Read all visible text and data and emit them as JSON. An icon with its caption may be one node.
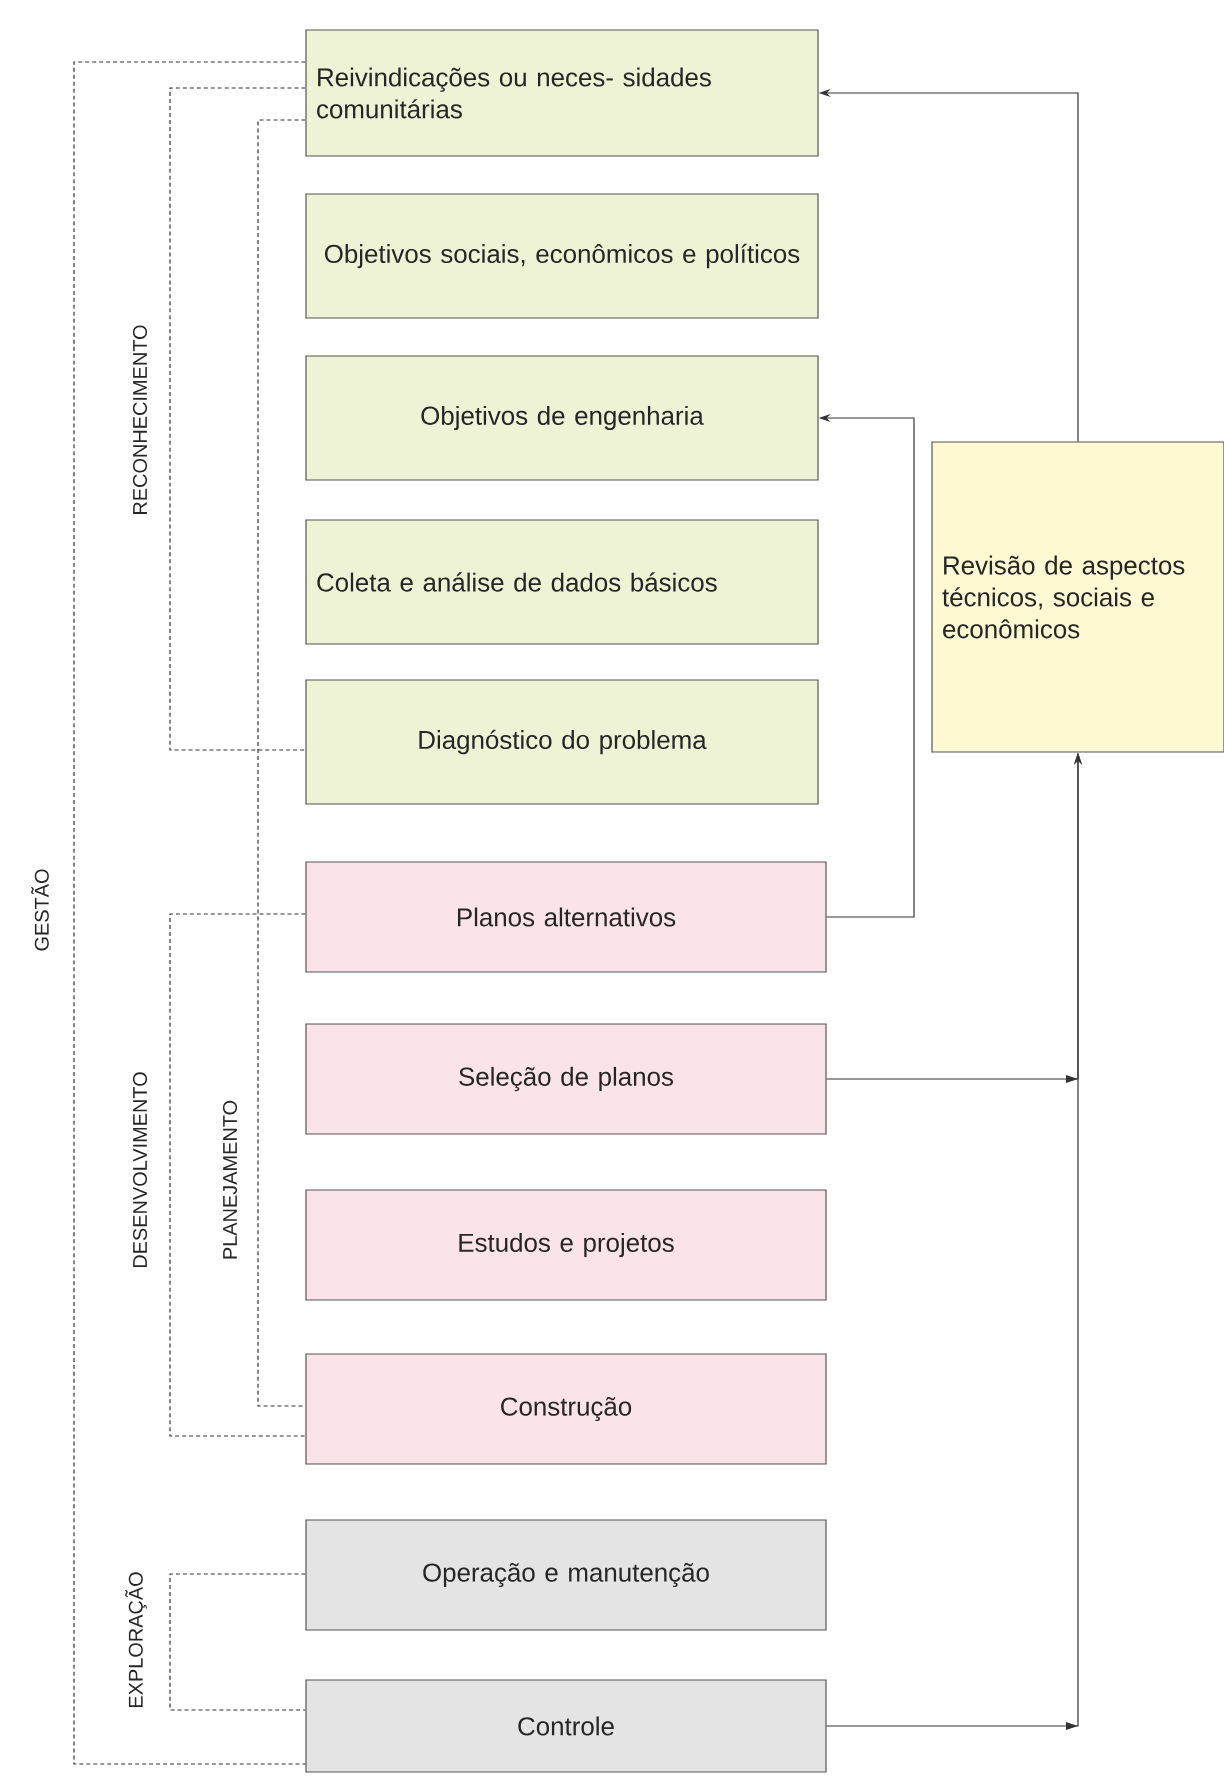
{
  "diagram": {
    "nodes": [
      {
        "text": [
          "Reivindicações ou neces- sidades comunitárias"
        ]
      },
      {
        "text": [
          "Objetivos sociais, econômicos e políticos"
        ]
      },
      {
        "text": [
          "Objetivos de engenharia"
        ]
      },
      {
        "text": [
          "Coleta e análise de dados básicos"
        ]
      },
      {
        "text": [
          "Diagnóstico do problema"
        ]
      },
      {
        "text": [
          "Planos alternativos"
        ]
      },
      {
        "text": [
          "Seleção de planos"
        ]
      },
      {
        "text": [
          "Estudos e projetos"
        ]
      },
      {
        "text": [
          "Construção"
        ]
      },
      {
        "text": [
          "Operação e manutenção"
        ]
      },
      {
        "text": [
          "Controle"
        ]
      },
      {
        "text": [
          "Revisão de aspectos técnicos, sociais e econômicos"
        ]
      }
    ],
    "edges": [
      {
        "from": 11,
        "to": 0,
        "arrow": "to"
      },
      {
        "from": 5,
        "to": 2,
        "arrow": "to"
      },
      {
        "from": 6,
        "to": 11,
        "arrow": "to"
      },
      {
        "from": 10,
        "to": 11,
        "arrow": "to"
      },
      {
        "from": 0,
        "to": 10,
        "arrow": "none",
        "style": "dashed",
        "label": "GESTÃO"
      },
      {
        "from": 0,
        "to": 4,
        "arrow": "none",
        "style": "dashed",
        "label": "RECONHECIMENTO"
      },
      {
        "from": 0,
        "to": 8,
        "arrow": "none",
        "style": "dashed",
        "label": "PLANEJAMENTO"
      },
      {
        "from": 5,
        "to": 8,
        "arrow": "none",
        "style": "dashed",
        "label": "DESENVOLVIMENTO"
      },
      {
        "from": 9,
        "to": 10,
        "arrow": "none",
        "style": "dashed",
        "label": "EXPLORAÇÃO"
      }
    ]
  }
}
